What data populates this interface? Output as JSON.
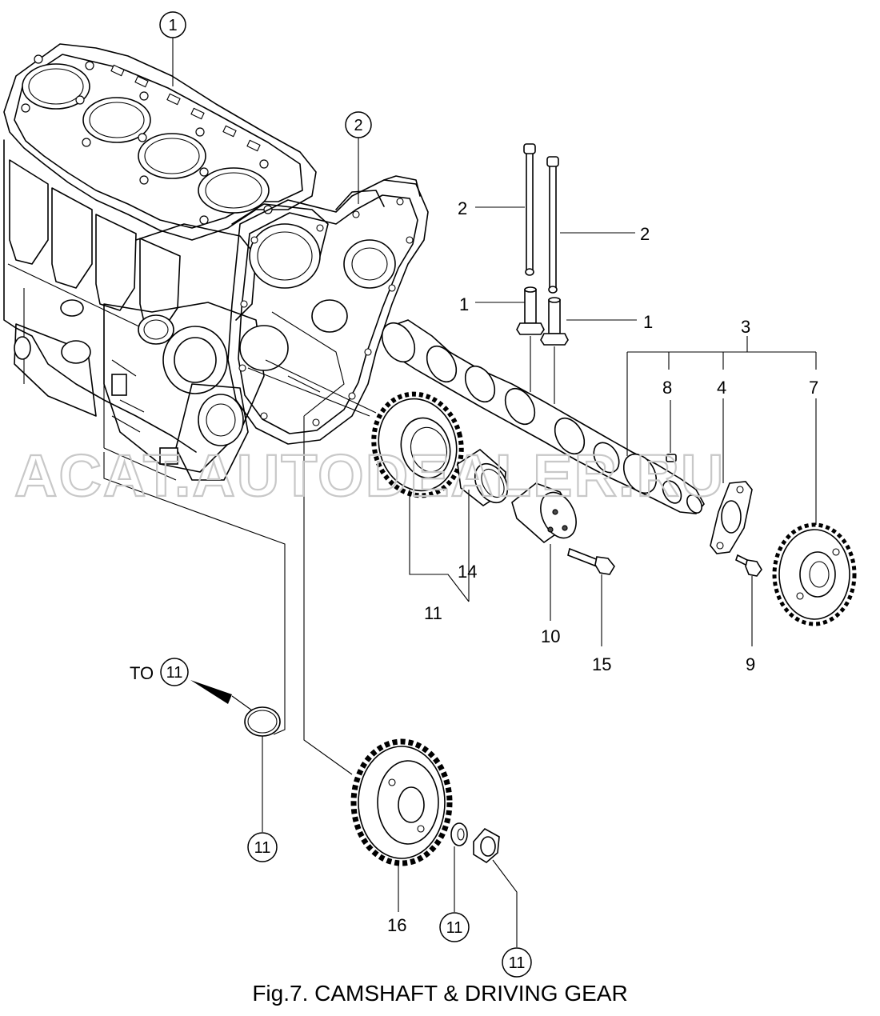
{
  "caption": "Fig.7.  CAMSHAFT & DRIVING GEAR",
  "watermark": "ACAT.AUTODEALER.RU",
  "callouts": {
    "block_ref": "1",
    "gearcase_ref": "2",
    "to_prefix": "TO",
    "to_ref": "11",
    "oring_ref": "11",
    "washer_ref": "11",
    "nut_ref": "11"
  },
  "labels": {
    "pushrod_a": "2",
    "pushrod_b": "2",
    "tappet_a": "1",
    "tappet_b": "1",
    "camshaft_assy": "3",
    "key": "8",
    "thrust_plate": "4",
    "cam_gear": "7",
    "idler_gear_assy": "11",
    "bushing": "14",
    "idler_shaft": "10",
    "bolt_15": "15",
    "bolt_9": "9",
    "drive_gear": "16"
  }
}
